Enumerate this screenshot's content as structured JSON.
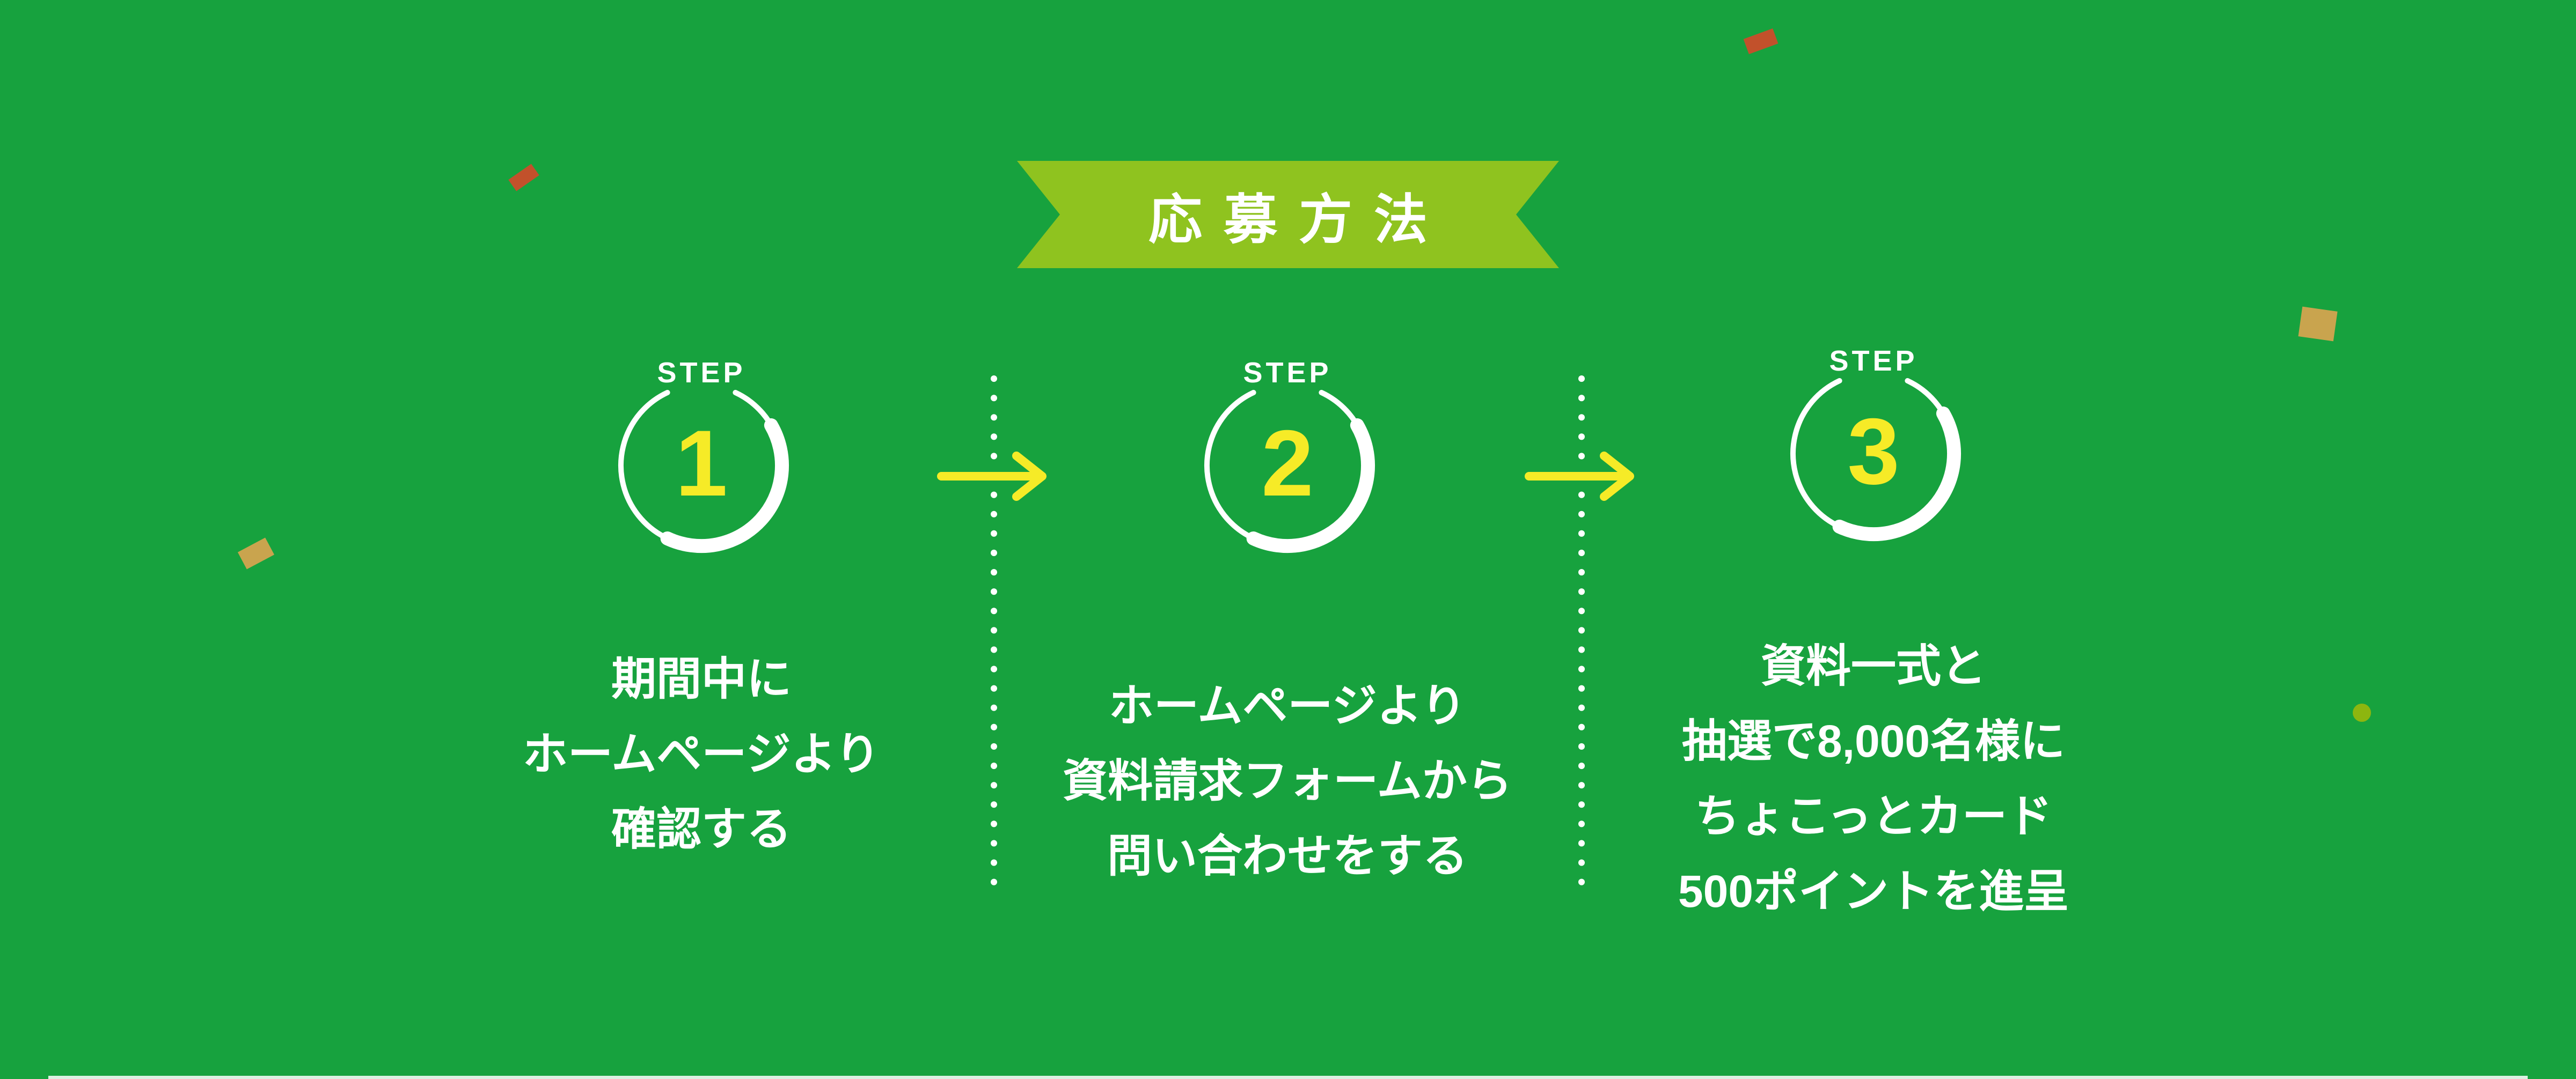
{
  "colors": {
    "background": "#17A23E",
    "ribbon_green": "#8FC31F",
    "accent_yellow": "#F6EB27",
    "white": "#FFFFFF",
    "confetti_orange": "#C2512B",
    "confetti_tan": "#C9A44E",
    "confetti_olive": "#8DB60F"
  },
  "ribbon": {
    "label": "応募方法"
  },
  "steps": [
    {
      "step_label": "STEP",
      "number": "1",
      "lines": [
        "期間中に",
        "ホームページより",
        "確認する"
      ]
    },
    {
      "step_label": "STEP",
      "number": "2",
      "lines": [
        "ホームページより",
        "資料請求フォームから",
        "問い合わせをする"
      ]
    },
    {
      "step_label": "STEP",
      "number": "3",
      "lines": [
        "資料一式と",
        "抽選で8,000名様に",
        "ちょこっとカード",
        "500ポイントを進呈"
      ]
    }
  ]
}
